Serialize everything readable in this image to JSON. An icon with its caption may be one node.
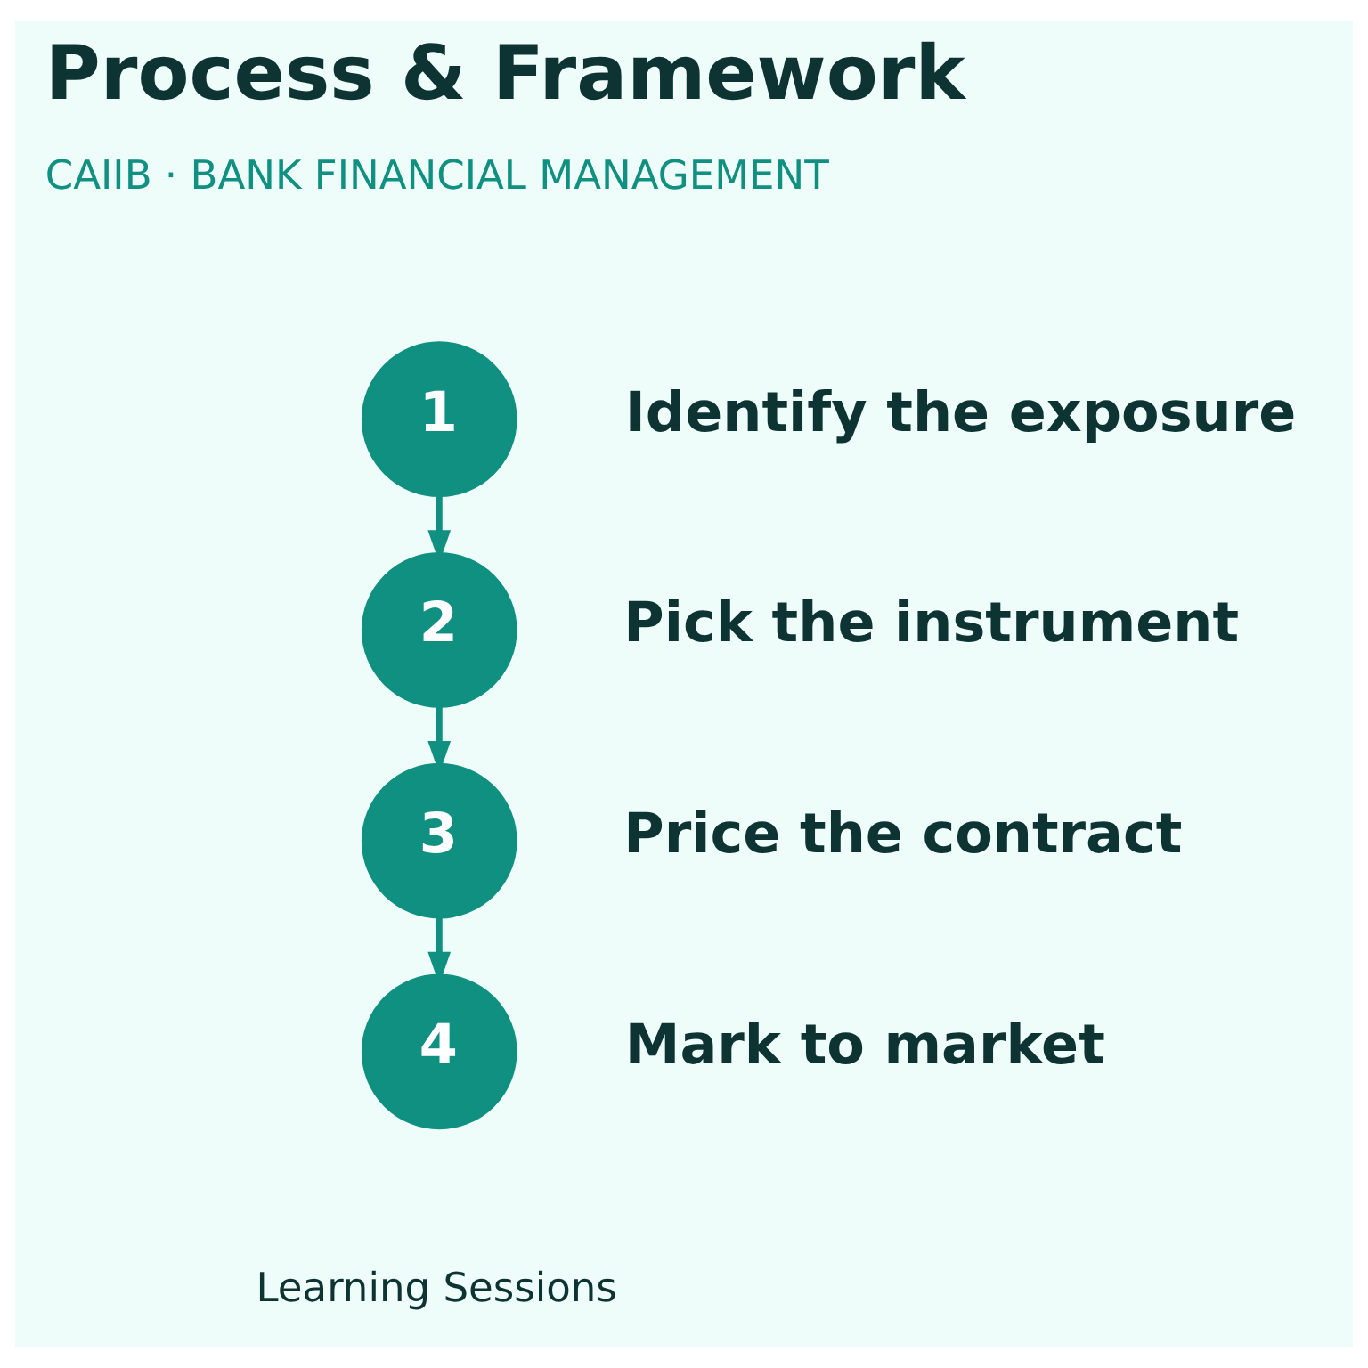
{
  "diagram": {
    "title": "Process & Framework",
    "nodes": [
      {
        "text": [
          "1"
        ],
        "beside": [
          "Identify the exposure"
        ]
      },
      {
        "text": [
          "2"
        ],
        "beside": [
          "Pick the instrument"
        ]
      },
      {
        "text": [
          "3"
        ],
        "beside": [
          "Price the contract"
        ]
      },
      {
        "text": [
          "4"
        ],
        "beside": [
          "Mark to market"
        ]
      }
    ],
    "edges": [
      {
        "from": 0,
        "to": 1,
        "arrow": "to"
      },
      {
        "from": 1,
        "to": 2,
        "arrow": "to"
      },
      {
        "from": 2,
        "to": 3,
        "arrow": "to"
      }
    ],
    "labels": [
      "CAIIB · BANK FINANCIAL MANAGEMENT",
      "Learning Sessions"
    ]
  }
}
